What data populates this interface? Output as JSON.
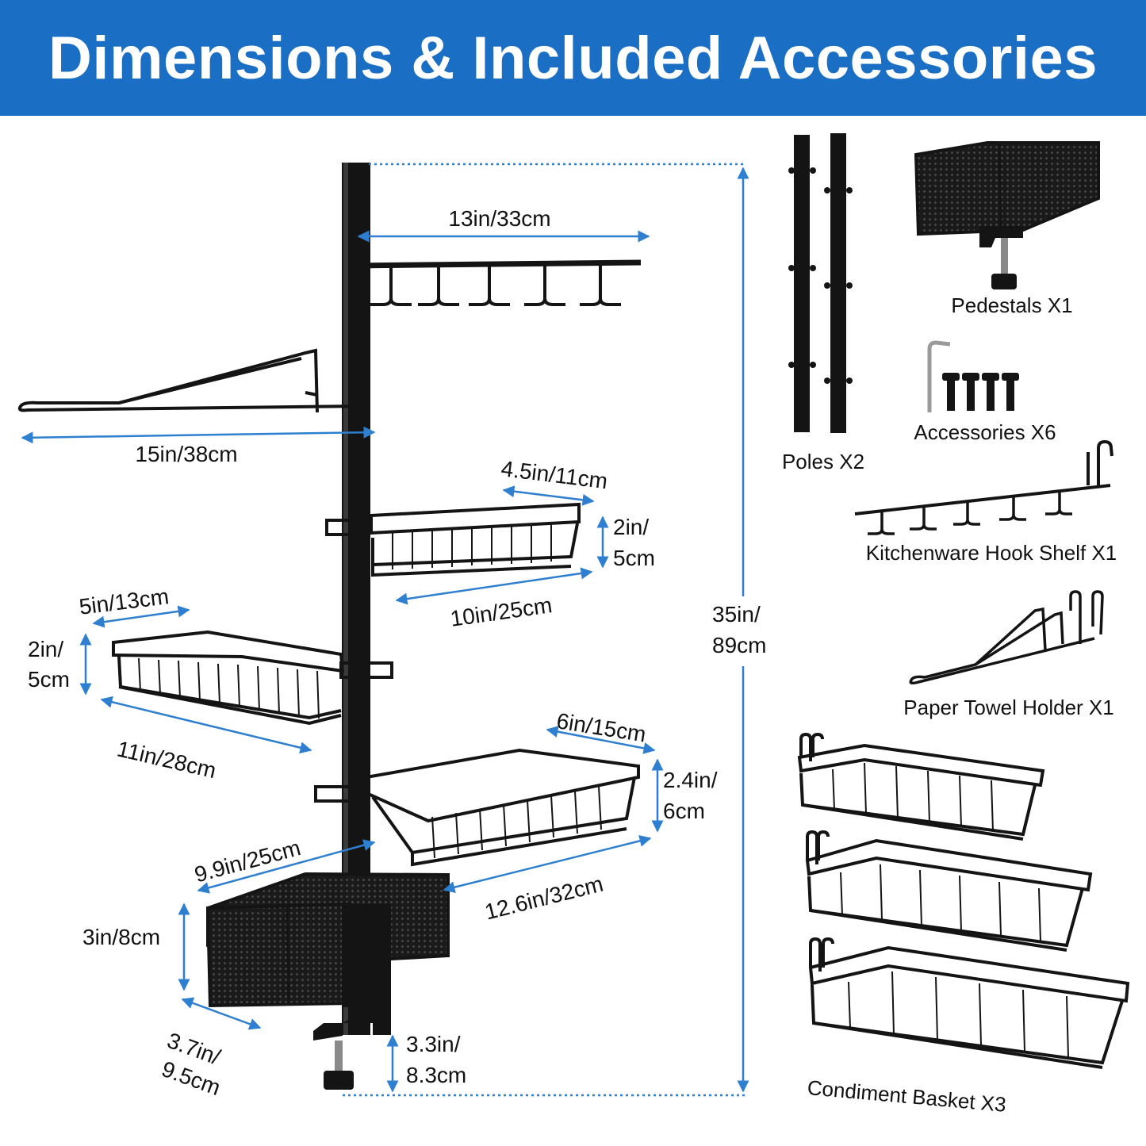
{
  "title": "Dimensions & Included Accessories",
  "colors": {
    "banner": "#1a6fc4",
    "dimension_line": "#2f7fd0",
    "product": "#111111"
  },
  "dimensions": {
    "hook_width": "13in/33cm",
    "towel_width": "15in/38cm",
    "shelf1_depth": "4.5in/11cm",
    "shelf1_height_a": "2in/",
    "shelf1_height_b": "5cm",
    "shelf1_length": "10in/25cm",
    "shelf2_depth": "5in/13cm",
    "shelf2_height_a": "2in/",
    "shelf2_height_b": "5cm",
    "shelf2_length": "11in/28cm",
    "shelf3_depth": "6in/15cm",
    "shelf3_height_a": "2.4in/",
    "shelf3_height_b": "6cm",
    "shelf3_depth_b": "9.9in/25cm",
    "shelf3_length": "12.6in/32cm",
    "pedestal_height": "3in/8cm",
    "pedestal_depth_a": "3.7in/",
    "pedestal_depth_b": "9.5cm",
    "clamp_height_a": "3.3in/",
    "clamp_height_b": "8.3cm",
    "total_height_a": "35in/",
    "total_height_b": "89cm"
  },
  "accessories": [
    {
      "name": "Pedestals X1",
      "icon": "pedestal-basket-icon"
    },
    {
      "name": "Poles X2",
      "icon": "pole-icon"
    },
    {
      "name": "Accessories X6",
      "icon": "screws-allen-key-icon"
    },
    {
      "name": "Kitchenware Hook Shelf X1",
      "icon": "hook-shelf-icon"
    },
    {
      "name": "Paper Towel Holder X1",
      "icon": "towel-holder-icon"
    },
    {
      "name": "Condiment Basket X3",
      "icon": "wire-basket-icon"
    }
  ]
}
